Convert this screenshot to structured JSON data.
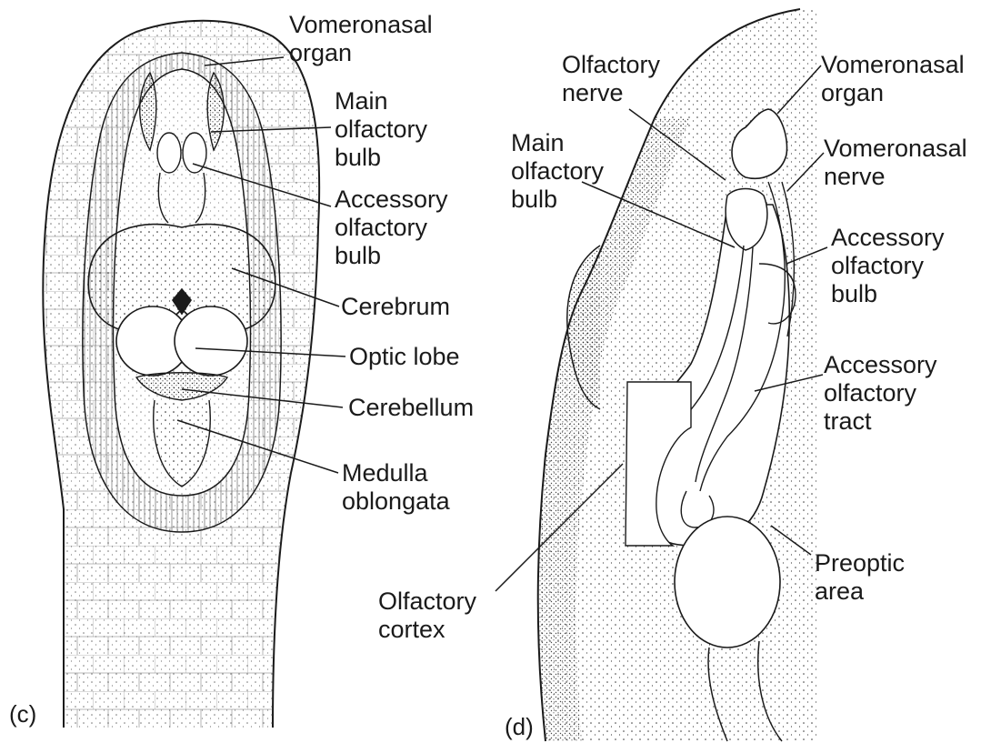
{
  "panels": {
    "c": {
      "letter": "(c)",
      "labels": {
        "vomeronasal_organ": "Vomeronasal\norgan",
        "main_olfactory_bulb": "Main\nolfactory\nbulb",
        "accessory_olfactory_bulb": "Accessory\nolfactory\nbulb",
        "cerebrum": "Cerebrum",
        "optic_lobe": "Optic lobe",
        "cerebellum": "Cerebellum",
        "medulla_oblongata": "Medulla\noblongata"
      }
    },
    "d": {
      "letter": "(d)",
      "labels": {
        "olfactory_nerve": "Olfactory\nnerve",
        "main_olfactory_bulb": "Main\nolfactory\nbulb",
        "vomeronasal_organ": "Vomeronasal\norgan",
        "vomeronasal_nerve": "Vomeronasal\nnerve",
        "accessory_olfactory_bulb": "Accessory\nolfactory\nbulb",
        "accessory_olfactory_tract": "Accessory\nolfactory\ntract",
        "preoptic_area": "Preoptic\narea",
        "olfactory_cortex": "Olfactory\ncortex"
      }
    }
  },
  "colors": {
    "ink": "#1a1a1a",
    "paper": "#ffffff",
    "stipple": "#3a3a3a"
  }
}
